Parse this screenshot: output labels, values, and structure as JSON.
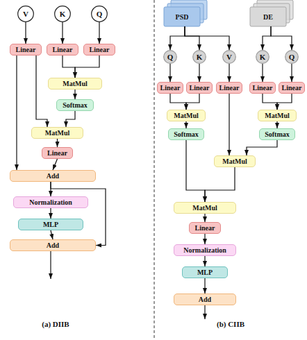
{
  "diagram": {
    "nodes": [
      {
        "text": [
          "V"
        ]
      },
      {
        "text": [
          "K"
        ]
      },
      {
        "text": [
          "Q"
        ]
      },
      {
        "text": [
          "Linear"
        ]
      },
      {
        "text": [
          "Linear"
        ]
      },
      {
        "text": [
          "Linear"
        ]
      },
      {
        "text": [
          "MatMul"
        ]
      },
      {
        "text": [
          "Softmax"
        ]
      },
      {
        "text": [
          "MatMul"
        ]
      },
      {
        "text": [
          "Linear"
        ]
      },
      {
        "text": [
          "Add"
        ]
      },
      {
        "text": [
          "Normalization"
        ]
      },
      {
        "text": [
          "MLP"
        ]
      },
      {
        "text": [
          "Add"
        ]
      },
      {
        "text": [
          "PSD"
        ]
      },
      {
        "text": [
          "DE"
        ]
      },
      {
        "text": [
          "Q"
        ]
      },
      {
        "text": [
          "K"
        ]
      },
      {
        "text": [
          "V"
        ]
      },
      {
        "text": [
          "K"
        ]
      },
      {
        "text": [
          "Q"
        ]
      },
      {
        "text": [
          "Linear"
        ]
      },
      {
        "text": [
          "Linear"
        ]
      },
      {
        "text": [
          "Linear"
        ]
      },
      {
        "text": [
          "Linear"
        ]
      },
      {
        "text": [
          "Linear"
        ]
      },
      {
        "text": [
          "MatMul"
        ]
      },
      {
        "text": [
          "MatMul"
        ]
      },
      {
        "text": [
          "Softmax"
        ]
      },
      {
        "text": [
          "Softmax"
        ]
      },
      {
        "text": [
          "MatMul"
        ]
      },
      {
        "text": [
          "MatMul"
        ]
      },
      {
        "text": [
          "Linear"
        ]
      },
      {
        "text": [
          "Normalization"
        ]
      },
      {
        "text": [
          "MLP"
        ]
      },
      {
        "text": [
          "Add"
        ]
      }
    ],
    "edges": [
      {
        "from": 0,
        "to": 3,
        "arrow": "to"
      },
      {
        "from": 1,
        "to": 4,
        "arrow": "to"
      },
      {
        "from": 2,
        "to": 5,
        "arrow": "to"
      },
      {
        "from": 4,
        "to": 6,
        "arrow": "to"
      },
      {
        "from": 5,
        "to": 6,
        "arrow": "to"
      },
      {
        "from": 6,
        "to": 7,
        "arrow": "to"
      },
      {
        "from": 7,
        "to": 8,
        "arrow": "to"
      },
      {
        "from": 3,
        "to": 8,
        "arrow": "to"
      },
      {
        "from": 8,
        "to": 9,
        "arrow": "to"
      },
      {
        "from": 9,
        "to": 10,
        "arrow": "to"
      },
      {
        "from": 3,
        "to": 10,
        "arrow": "to"
      },
      {
        "from": 10,
        "to": 11,
        "arrow": "to"
      },
      {
        "from": 11,
        "to": 12,
        "arrow": "to"
      },
      {
        "from": 12,
        "to": 13,
        "arrow": "to"
      },
      {
        "from": 10,
        "to": 13,
        "arrow": "to"
      },
      {
        "from": 14,
        "to": 16,
        "arrow": "to"
      },
      {
        "from": 14,
        "to": 17,
        "arrow": "to"
      },
      {
        "from": 14,
        "to": 18,
        "arrow": "to"
      },
      {
        "from": 15,
        "to": 19,
        "arrow": "to"
      },
      {
        "from": 15,
        "to": 20,
        "arrow": "to"
      },
      {
        "from": 16,
        "to": 21,
        "arrow": "to"
      },
      {
        "from": 17,
        "to": 22,
        "arrow": "to"
      },
      {
        "from": 18,
        "to": 23,
        "arrow": "to"
      },
      {
        "from": 19,
        "to": 24,
        "arrow": "to"
      },
      {
        "from": 20,
        "to": 25,
        "arrow": "to"
      },
      {
        "from": 21,
        "to": 26,
        "arrow": "to"
      },
      {
        "from": 22,
        "to": 26,
        "arrow": "to"
      },
      {
        "from": 24,
        "to": 27,
        "arrow": "to"
      },
      {
        "from": 25,
        "to": 27,
        "arrow": "to"
      },
      {
        "from": 26,
        "to": 28,
        "arrow": "to"
      },
      {
        "from": 27,
        "to": 29,
        "arrow": "to"
      },
      {
        "from": 29,
        "to": 30,
        "arrow": "to"
      },
      {
        "from": 23,
        "to": 30,
        "arrow": "to"
      },
      {
        "from": 28,
        "to": 31,
        "arrow": "to"
      },
      {
        "from": 30,
        "to": 31,
        "arrow": "to"
      },
      {
        "from": 31,
        "to": 32,
        "arrow": "to"
      },
      {
        "from": 32,
        "to": 33,
        "arrow": "to"
      },
      {
        "from": 33,
        "to": 34,
        "arrow": "to"
      },
      {
        "from": 34,
        "to": 35,
        "arrow": "to"
      }
    ],
    "labels": [
      "(a) DIIB",
      "(b) CIIB"
    ]
  }
}
